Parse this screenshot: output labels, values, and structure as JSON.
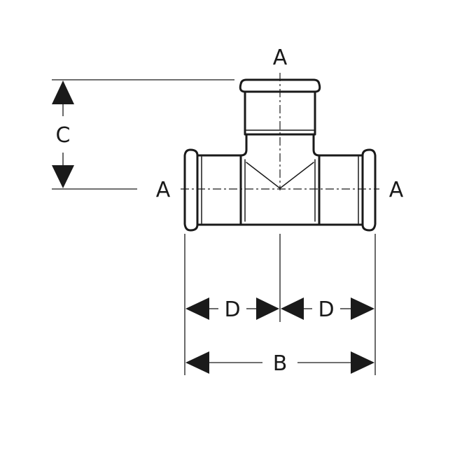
{
  "diagram": {
    "labels": {
      "port_top": "A",
      "port_left": "A",
      "port_right": "A",
      "dim_c": "C",
      "dim_d_left": "D",
      "dim_d_right": "D",
      "dim_b": "B"
    },
    "colors": {
      "stroke": "#1a1a1a",
      "background": "#ffffff"
    }
  }
}
